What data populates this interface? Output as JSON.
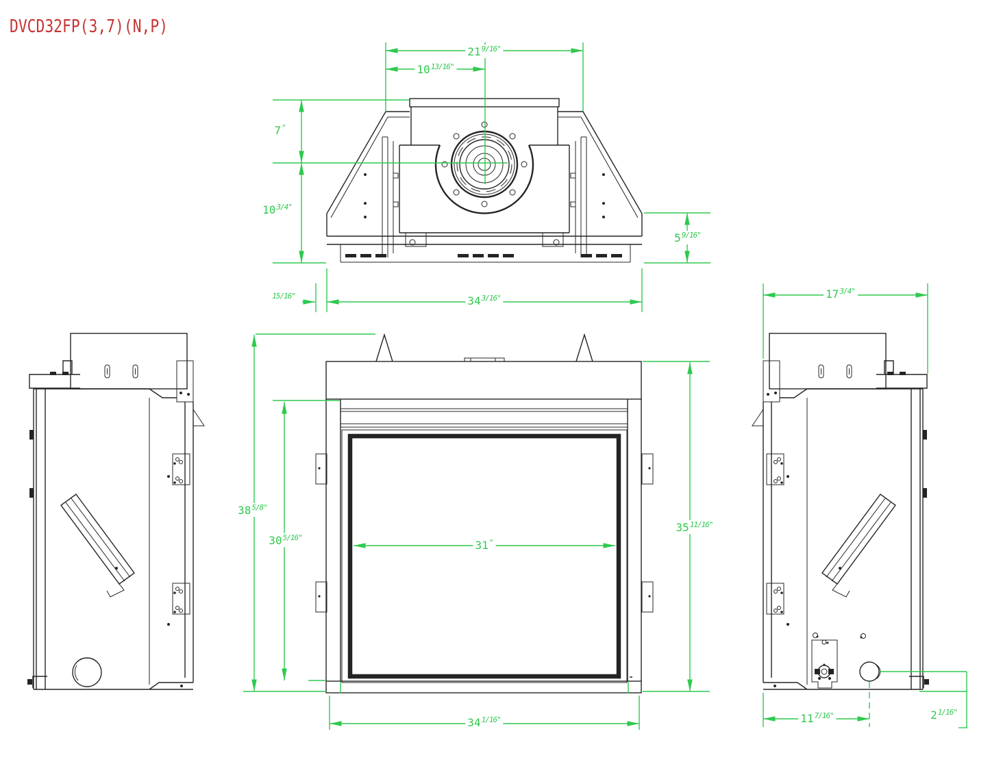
{
  "title": "DVCD32FP(3,7)(N,P)",
  "colors": {
    "dimension_green": "#2fc94f",
    "title_red": "#c63431",
    "line_dark": "#242424"
  },
  "dimensions": {
    "top_width": {
      "whole": "21",
      "frac": "9/16",
      "unit": "\""
    },
    "flue_offset": {
      "whole": "10",
      "frac": "13/16",
      "unit": "\""
    },
    "flue_depth": {
      "whole": "7",
      "frac": "",
      "unit": "\""
    },
    "front_depth": {
      "whole": "10",
      "frac": "3/4",
      "unit": "\""
    },
    "rear_height": {
      "whole": "5",
      "frac": "9/16",
      "unit": "\""
    },
    "face_lip": {
      "whole": "",
      "frac": "15/16",
      "unit": "\""
    },
    "base_depth": {
      "whole": "34",
      "frac": "3/16",
      "unit": "\""
    },
    "side_depth": {
      "whole": "17",
      "frac": "3/4",
      "unit": "\""
    },
    "overall_height": {
      "whole": "38",
      "frac": "5/8",
      "unit": "\""
    },
    "opening_height": {
      "whole": "30",
      "frac": "5/16",
      "unit": "\""
    },
    "glass_width": {
      "whole": "31",
      "frac": "",
      "unit": "\""
    },
    "firebox_height": {
      "whole": "35",
      "frac": "11/16",
      "unit": "\""
    },
    "front_width": {
      "whole": "34",
      "frac": "1/16",
      "unit": "\""
    },
    "gas_inlet_offset": {
      "whole": "11",
      "frac": "7/16",
      "unit": "\""
    },
    "gas_inlet_height": {
      "whole": "2",
      "frac": "1/16",
      "unit": "\""
    }
  }
}
